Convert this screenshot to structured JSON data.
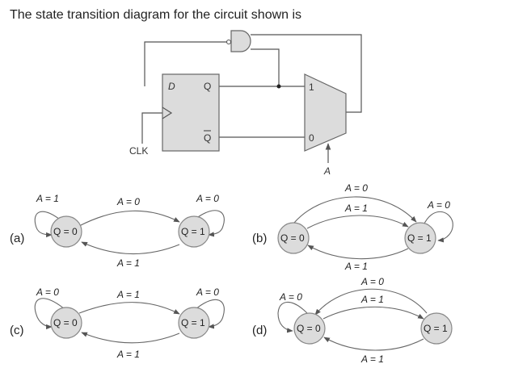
{
  "question": "The state transition diagram for the circuit shown is",
  "circuit": {
    "flipflop": {
      "d_label": "D",
      "q_label": "Q",
      "qbar_label": "Q",
      "clk_label": "CLK"
    },
    "mux": {
      "in1_label": "1",
      "in0_label": "0",
      "select_label": "A"
    },
    "gate": "NAND"
  },
  "options": [
    {
      "label": "(a)",
      "states": [
        "Q = 0",
        "Q = 1"
      ],
      "edges": [
        {
          "from": "Q = 0",
          "to": "Q = 0",
          "label": "A = 1"
        },
        {
          "from": "Q = 0",
          "to": "Q = 1",
          "label": "A = 0"
        },
        {
          "from": "Q = 1",
          "to": "Q = 1",
          "label": "A = 0"
        },
        {
          "from": "Q = 1",
          "to": "Q = 0",
          "label": "A = 1"
        }
      ]
    },
    {
      "label": "(b)",
      "states": [
        "Q = 0",
        "Q = 1"
      ],
      "edges": [
        {
          "from": "Q = 0",
          "to": "Q = 1",
          "label": "A = 0"
        },
        {
          "from": "Q = 0",
          "to": "Q = 1",
          "label": "A = 1"
        },
        {
          "from": "Q = 1",
          "to": "Q = 1",
          "label": "A = 0"
        },
        {
          "from": "Q = 1",
          "to": "Q = 0",
          "label": "A = 1"
        }
      ]
    },
    {
      "label": "(c)",
      "states": [
        "Q = 0",
        "Q = 1"
      ],
      "edges": [
        {
          "from": "Q = 0",
          "to": "Q = 0",
          "label": "A = 0"
        },
        {
          "from": "Q = 0",
          "to": "Q = 1",
          "label": "A = 1"
        },
        {
          "from": "Q = 1",
          "to": "Q = 1",
          "label": "A = 0"
        },
        {
          "from": "Q = 1",
          "to": "Q = 0",
          "label": "A = 1"
        }
      ]
    },
    {
      "label": "(d)",
      "states": [
        "Q = 0",
        "Q = 1"
      ],
      "edges": [
        {
          "from": "Q = 0",
          "to": "Q = 0",
          "label": "A = 0"
        },
        {
          "from": "Q = 1",
          "to": "Q = 0",
          "label": "A = 0"
        },
        {
          "from": "Q = 0",
          "to": "Q = 1",
          "label": "A = 1"
        },
        {
          "from": "Q = 1",
          "to": "Q = 0",
          "label": "A = 1"
        }
      ]
    }
  ]
}
